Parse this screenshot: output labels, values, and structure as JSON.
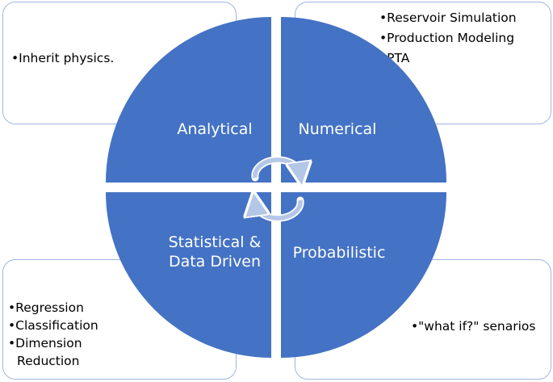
{
  "colors": {
    "quadrant_fill": "#4472c4",
    "box_border": "#9fb6de",
    "arrow_fill": "#b4c7e7",
    "arrow_stroke": "#ffffff"
  },
  "quadrants": {
    "analytical": "Analytical",
    "numerical": "Numerical",
    "statistical_line1": "Statistical &",
    "statistical_line2": "Data Driven",
    "probabilistic": "Probabilistic"
  },
  "boxes": {
    "top_left": {
      "items": [
        "•Inherit physics."
      ]
    },
    "top_right": {
      "items": [
        "•Reservoir Simulation",
        "•Production Modeling",
        "•PTA"
      ]
    },
    "bottom_left": {
      "items": [
        "•Regression",
        "•Classification",
        "•Dimension",
        "Reduction"
      ]
    },
    "bottom_right": {
      "items": [
        "•\"what if?\" senarios"
      ]
    }
  },
  "center_icon": "circular-arrows-icon"
}
